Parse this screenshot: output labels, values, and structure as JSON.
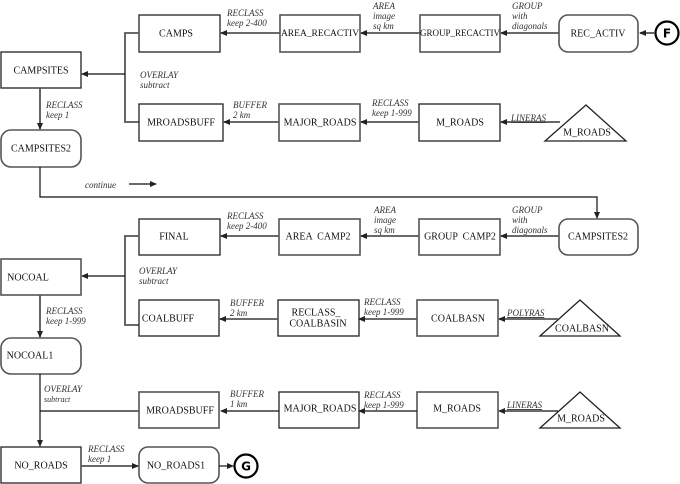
{
  "diagram": {
    "title": "GIS model flowchart: campsites analysis",
    "connectors": {
      "start": "F",
      "end": "G"
    },
    "section1": {
      "nodes": {
        "camps": "CAMPS",
        "area_recactiv": "AREA_RECACTIV",
        "group_recactiv": "GROUP_RECACTIV",
        "rec_activ": "REC_ACTIV",
        "campsites": "CAMPSITES",
        "campsites2": "CAMPSITES2",
        "mroadsbuff": "MROADSBUFF",
        "major_roads": "MAJOR_ROADS",
        "m_roads": "M_ROADS",
        "m_roads_vector": "M_ROADS"
      },
      "ops": {
        "group": [
          "GROUP",
          "with",
          "diagonals"
        ],
        "area": [
          "AREA",
          "image",
          "sq km"
        ],
        "reclass_camps": [
          "RECLASS",
          "keep 2-400"
        ],
        "overlay": [
          "OVERLAY",
          "subtract"
        ],
        "reclass_campsites": [
          "RECLASS",
          "keep 1"
        ],
        "lineras": [
          "LINERAS"
        ],
        "reclass_roads": [
          "RECLASS",
          "keep 1-999"
        ],
        "buffer": [
          "BUFFER",
          "2 km"
        ]
      },
      "continue_label": "continue"
    },
    "section2": {
      "nodes": {
        "final": "FINAL",
        "area_camp2": "AREA  CAMP2",
        "group_camp2": "GROUP  CAMP2",
        "campsites2": "CAMPSITES2",
        "nocoal": "NOCOAL",
        "nocoal1": "NOCOAL1",
        "coalbuff": "COALBUFF",
        "reclass_coalbasin_1": "RECLASS_",
        "reclass_coalbasin_2": "COALBASIN",
        "coalbasn": "COALBASN",
        "coalbasn_vector": "COALBASN"
      },
      "ops": {
        "group": [
          "GROUP",
          "with",
          "diagonals"
        ],
        "area": [
          "AREA",
          "image",
          "sq km"
        ],
        "reclass_final": [
          "RECLASS",
          "keep 2-400"
        ],
        "overlay": [
          "OVERLAY",
          "subtract"
        ],
        "reclass_nocoal": [
          "RECLASS",
          "keep 1-999"
        ],
        "polyras": [
          "POLYRAS"
        ],
        "reclass_coal": [
          "RECLASS",
          "keep 1-999"
        ],
        "buffer": [
          "BUFFER",
          "2 km"
        ]
      }
    },
    "section3": {
      "nodes": {
        "mroadsbuff": "MROADSBUFF",
        "major_roads": "MAJOR_ROADS",
        "m_roads": "M_ROADS",
        "m_roads_vector": "M_ROADS",
        "no_roads": "NO_ROADS",
        "no_roads1": "NO_ROADS1"
      },
      "ops": {
        "overlay": [
          "OVERLAY",
          "subtract"
        ],
        "buffer": [
          "BUFFER",
          "1 km"
        ],
        "reclass_roads": [
          "RECLASS",
          "keep 1-999"
        ],
        "lineras": [
          "LINERAS"
        ],
        "reclass_noroads": [
          "RECLASS",
          "keep 1"
        ]
      }
    }
  }
}
